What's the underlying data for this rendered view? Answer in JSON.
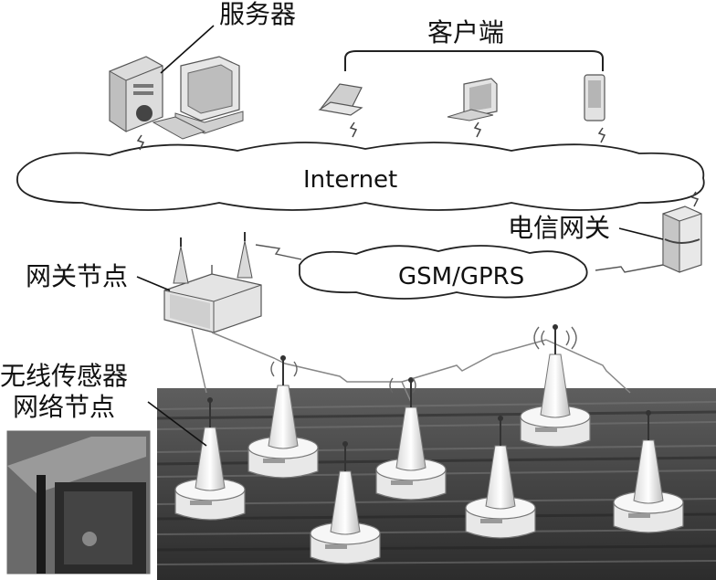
{
  "labels": {
    "server": "服务器",
    "clients": "客户端",
    "internet": "Internet",
    "telecom_gateway": "电信网关",
    "gateway_node": "网关节点",
    "gsm_gprs": "GSM/GPRS",
    "sensor_node_line1": "无线传感器",
    "sensor_node_line2": "网络节点"
  }
}
